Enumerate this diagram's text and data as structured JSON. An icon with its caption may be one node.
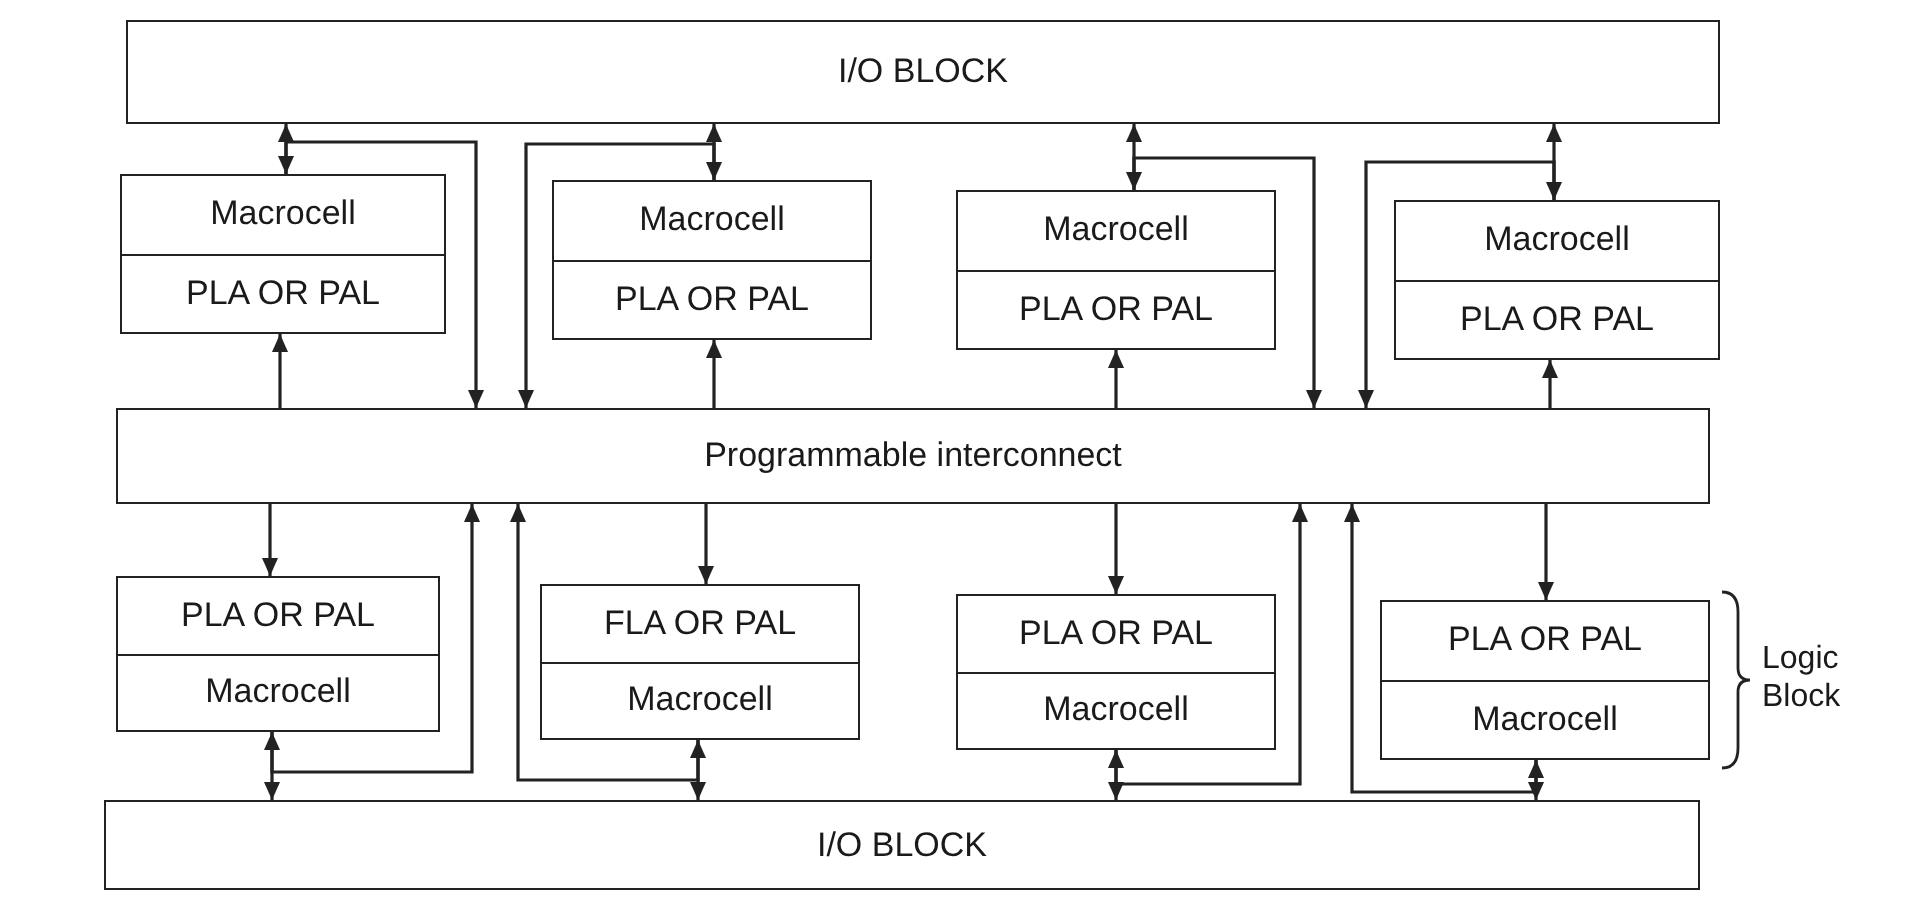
{
  "diagram": {
    "nodes": [
      {
        "text": [
          "I/O BLOCK"
        ]
      },
      {
        "text": [
          "Macrocell",
          "PLA OR PAL"
        ]
      },
      {
        "text": [
          "Macrocell",
          "PLA OR PAL"
        ]
      },
      {
        "text": [
          "Macrocell",
          "PLA OR PAL"
        ]
      },
      {
        "text": [
          "Macrocell",
          "PLA OR PAL"
        ]
      },
      {
        "text": [
          "Programmable interconnect"
        ]
      },
      {
        "text": [
          "PLA OR PAL",
          "Macrocell"
        ]
      },
      {
        "text": [
          "FLA OR PAL",
          "Macrocell"
        ]
      },
      {
        "text": [
          "PLA OR PAL",
          "Macrocell"
        ]
      },
      {
        "text": [
          "PLA OR PAL",
          "Macrocell"
        ],
        "beside": [
          "Logic Block"
        ]
      },
      {
        "text": [
          "I/O BLOCK"
        ]
      }
    ],
    "edges": [
      {
        "from": 0,
        "to": 1,
        "arrow": "both"
      },
      {
        "from": 1,
        "to": 5,
        "arrow": "to"
      },
      {
        "from": 5,
        "to": 1,
        "arrow": "to"
      },
      {
        "from": 0,
        "to": 2,
        "arrow": "both"
      },
      {
        "from": 2,
        "to": 5,
        "arrow": "to"
      },
      {
        "from": 5,
        "to": 2,
        "arrow": "to"
      },
      {
        "from": 0,
        "to": 3,
        "arrow": "both"
      },
      {
        "from": 3,
        "to": 5,
        "arrow": "to"
      },
      {
        "from": 5,
        "to": 3,
        "arrow": "to"
      },
      {
        "from": 0,
        "to": 4,
        "arrow": "both"
      },
      {
        "from": 4,
        "to": 5,
        "arrow": "to"
      },
      {
        "from": 5,
        "to": 4,
        "arrow": "to"
      },
      {
        "from": 5,
        "to": 6,
        "arrow": "to"
      },
      {
        "from": 6,
        "to": 10,
        "arrow": "both"
      },
      {
        "from": 6,
        "to": 5,
        "arrow": "to"
      },
      {
        "from": 5,
        "to": 7,
        "arrow": "to"
      },
      {
        "from": 7,
        "to": 10,
        "arrow": "both"
      },
      {
        "from": 7,
        "to": 5,
        "arrow": "to"
      },
      {
        "from": 5,
        "to": 8,
        "arrow": "to"
      },
      {
        "from": 8,
        "to": 10,
        "arrow": "both"
      },
      {
        "from": 8,
        "to": 5,
        "arrow": "to"
      },
      {
        "from": 5,
        "to": 9,
        "arrow": "to"
      },
      {
        "from": 9,
        "to": 10,
        "arrow": "both"
      },
      {
        "from": 9,
        "to": 5,
        "arrow": "to"
      }
    ]
  }
}
